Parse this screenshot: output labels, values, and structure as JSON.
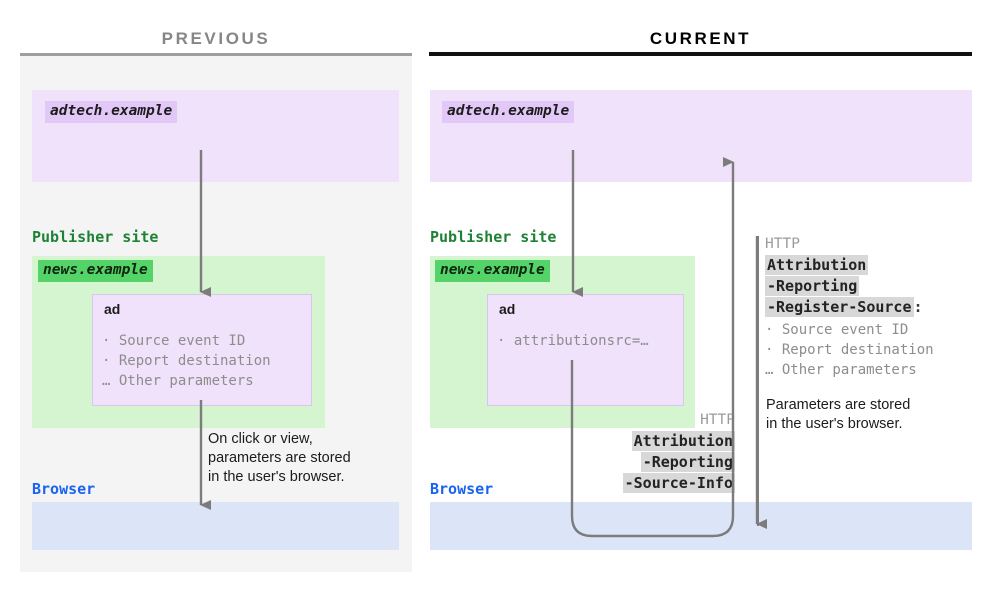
{
  "columns": {
    "previous": {
      "title": "PREVIOUS",
      "adtech_chip": "adtech.example",
      "publisher_label": "Publisher site",
      "news_chip": "news.example",
      "ad_title": "ad",
      "ad_params": [
        "· Source event ID",
        "· Report destination",
        "… Other parameters"
      ],
      "annotation": [
        "On click or view,",
        "parameters are stored",
        "in the user's browser."
      ],
      "browser_label": "Browser"
    },
    "current": {
      "title": "CURRENT",
      "adtech_chip": "adtech.example",
      "publisher_label": "Publisher site",
      "news_chip": "news.example",
      "ad_title": "ad",
      "ad_params": [
        "· attributionsrc=…"
      ],
      "browser_label": "Browser",
      "http_source_info": {
        "protocol": "HTTP",
        "header_lines": [
          "Attribution",
          "-Reporting",
          "-Source-Info"
        ]
      },
      "http_register_source": {
        "protocol": "HTTP",
        "header_lines": [
          "Attribution",
          "-Reporting",
          "-Register-Source"
        ],
        "colon": ":",
        "params": [
          "· Source event ID",
          "· Report destination",
          "… Other parameters"
        ],
        "annotation": [
          "Parameters are stored",
          "in the user's browser."
        ]
      }
    }
  },
  "icons": {
    "arrow_down": "arrow-down-icon",
    "arrow_up": "arrow-up-icon",
    "loop_connector": "loop-connector-icon"
  },
  "colors": {
    "panel_bg": "#f4f4f4",
    "purple_region": "#f0e2fa",
    "purple_chip": "#e2c8f7",
    "green_region": "#d5f5d0",
    "green_chip": "#54d468",
    "blue_region": "#dce5f8",
    "publisher_label": "#1e8235",
    "browser_label": "#1a63f0",
    "arrow_gray": "#7c7c7c",
    "header_highlight": "#d8d8d8",
    "muted_text": "#9b9b9b",
    "title_previous": "#868686",
    "title_current": "#000000"
  }
}
